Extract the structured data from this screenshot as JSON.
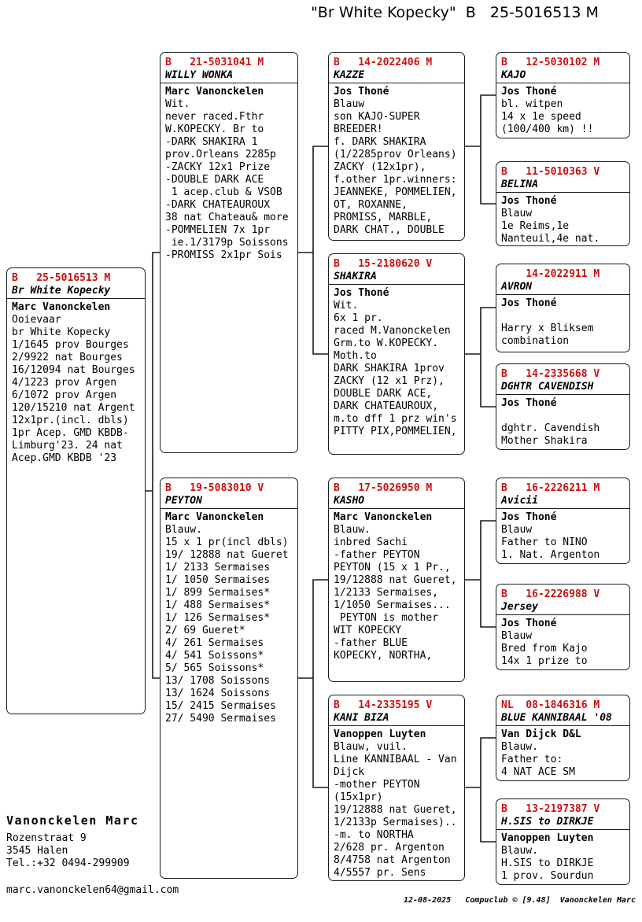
{
  "header": {
    "title": "\"Br White Kopecky\"  B   25-5016513 M"
  },
  "colors": {
    "ring_red": "#cc1111",
    "line_black": "#1a1a1a"
  },
  "boxes": [
    {
      "ring": "B   25-5016513 M",
      "name": "Br White Kopecky",
      "breeder": "Marc Vanonckelen",
      "body": "Ooievaar\nbr White Kopecky\n1/1645 prov Bourges\n2/9922 nat Bourges\n16/12094 nat Bourges\n4/1223 prov Argen\n6/1072 prov Argen\n120/15210 nat Argent\n12x1pr.(incl. dbls)\n1pr Acep. GMD KBDB-\nLimburg'23. 24 nat\nAcep.GMD KBDB '23"
    },
    {
      "ring": "B   21-5031041 M",
      "name": "WILLY WONKA",
      "breeder": "Marc Vanonckelen",
      "body": "Wit.\nnever raced.Fthr\nW.KOPECKY. Br to\n-DARK SHAKIRA 1\nprov.Orleans 2285p\n-ZACKY 12x1 Prize\n-DOUBLE DARK ACE\n 1 acep.club & VSOB\n-DARK CHATEAUROUX\n38 nat Chateau& more\n-POMMELIEN 7x 1pr\n ie.1/3179p Soissons\n-PROMISS 2x1pr Sois"
    },
    {
      "ring": "B   19-5083010 V",
      "name": "PEYTON",
      "breeder": "Marc Vanonckelen",
      "body": "Blauw.\n15 x 1 pr(incl dbls)\n19/ 12888 nat Gueret\n1/ 2133 Sermaises\n1/ 1050 Sermaises\n1/ 899 Sermaises*\n1/ 488 Sermaises*\n1/ 126 Sermaises*\n2/ 69 Gueret*\n4/ 261 Sermaises\n4/ 541 Soissons*\n5/ 565 Soissons*\n13/ 1708 Soissons\n13/ 1624 Soissons\n15/ 2415 Sermaises\n27/ 5490 Sermaises"
    },
    {
      "ring": "B   14-2022406 M",
      "name": "KAZZE",
      "breeder": "Jos Thoné",
      "body": "Blauw\nson KAJO-SUPER\nBREEDER!\nf. DARK SHAKIRA\n(1/2285prov Orleans)\nZACKY (12x1pr),\nf.other 1pr.winners:\nJEANNEKE, POMMELIEN,\nOT, ROXANNE,\nPROMISS, MARBLE,\nDARK CHAT., DOUBLE"
    },
    {
      "ring": "B   15-2180620 V",
      "name": "SHAKIRA",
      "breeder": "Jos Thoné",
      "body": "Wit.\n6x 1 pr.\nraced M.Vanonckelen\nGrm.to W.KOPECKY.\nMoth.to\nDARK SHAKIRA 1prov\nZACKY (12 x1 Prz),\nDOUBLE DARK ACE,\nDARK CHATEAUROUX,\nm.to dff 1 prz win's\nPITTY PIX,POMMELIEN,"
    },
    {
      "ring": "B   17-5026950 M",
      "name": "KASHO",
      "breeder": "Marc Vanonckelen",
      "body": "Blauw.\ninbred Sachi\n-father PEYTON\nPEYTON (15 x 1 Pr.,\n19/12888 nat Gueret,\n1/2133 Sermaises,\n1/1050 Sermaises...\n PEYTON is mother\nWIT KOPECKY\n-father BLUE\nKOPECKY, NORTHA,"
    },
    {
      "ring": "B   14-2335195 V",
      "name": "KANI BIZA",
      "breeder": "Vanoppen Luyten",
      "body": "Blauw, vuil.\nLine KANNIBAAL - Van\nDijck\n-mother PEYTON\n(15x1pr)\n19/12888 nat Gueret,\n1/2133p Sermaises)..\n-m. to NORTHA\n2/628 pr. Argenton\n8/4758 nat Argenton\n4/5557 pr. Sens"
    },
    {
      "ring": "B   12-5030102 M",
      "name": "KAJO",
      "breeder": "Jos Thoné",
      "body": "bl. witpen\n14 x 1e speed\n(100/400 km) !!"
    },
    {
      "ring": "B   11-5010363 V",
      "name": "BELINA",
      "breeder": "Jos Thoné",
      "body": "Blauw\n1e Reims,1e\nNanteuil,4e nat."
    },
    {
      "ring": "    14-2022911 M",
      "name": "AVRON",
      "breeder": "Jos Thoné",
      "body": "\nHarry x Bliksem\ncombination"
    },
    {
      "ring": "B   14-2335668 V",
      "name": "DGHTR CAVENDISH",
      "breeder": "Jos Thoné",
      "body": "\ndghtr. Cavendish\nMother Shakira"
    },
    {
      "ring": "B   16-2226211 M",
      "name": "Avicii",
      "breeder": "Jos Thoné",
      "body": "Blauw\nFather to NINO\n1. Nat. Argenton"
    },
    {
      "ring": "B   16-2226988 V",
      "name": "Jersey",
      "breeder": "Jos Thoné",
      "body": "Blauw\nBred from Kajo\n14x 1 prize to"
    },
    {
      "ring": "NL  08-1846316 M",
      "name": "BLUE KANNIBAAL '08",
      "breeder": "Van Dijck D&L",
      "body": "Blauw.\nFather to:\n4 NAT ACE SM"
    },
    {
      "ring": "B   13-2197387 V",
      "name": "H.SIS to DIRKJE",
      "breeder": "Vanoppen Luyten",
      "body": "Blauw.\nH.SIS to DIRKJE\n1 prov. Sourdun"
    }
  ],
  "footer": {
    "owner": "Vanonckelen Marc",
    "address1": "Rozenstraat 9",
    "address2": "3545  Halen",
    "phone": "Tel.:+32 0494-299909",
    "email": "marc.vanonckelen64@gmail.com",
    "credits": "12-08-2025   Compuclub © [9.48]  Vanonckelen Marc"
  }
}
